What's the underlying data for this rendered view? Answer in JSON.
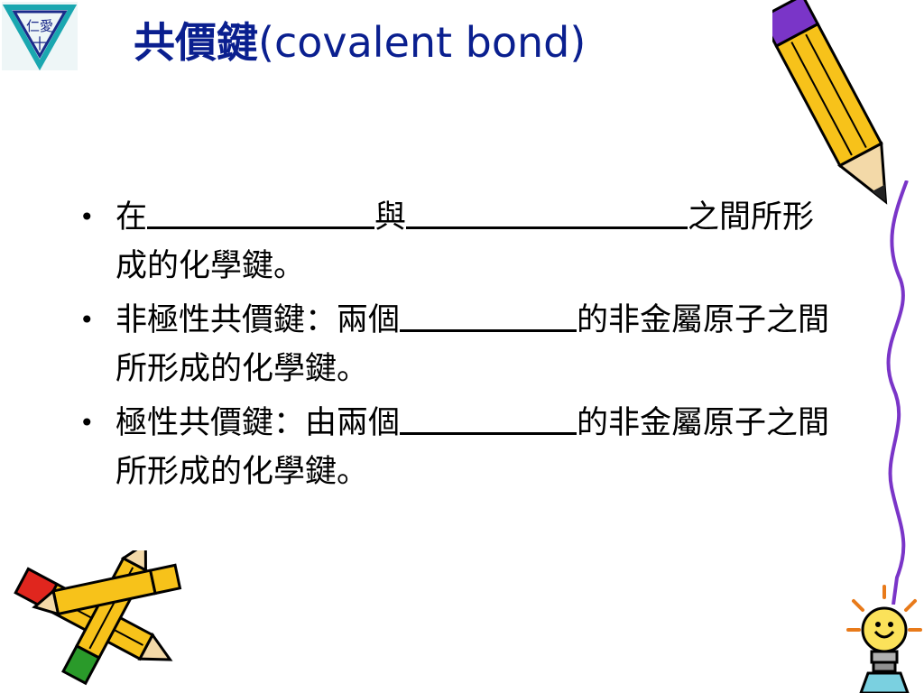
{
  "title": {
    "cjk": "共價鍵",
    "en": "(covalent bond)"
  },
  "logo": {
    "text_top": "仁愛",
    "text_bottom": "十",
    "colors": {
      "teal": "#1aa7b0",
      "navy": "#1a2a8a"
    }
  },
  "bullets": [
    {
      "parts": [
        "在",
        "與",
        "之間所形成的化學鍵。"
      ]
    },
    {
      "parts": [
        "非極性共價鍵：兩個",
        "的非金屬原子之間所形成的化學鍵。"
      ]
    },
    {
      "parts": [
        "極性共價鍵：由兩個",
        "的非金屬原子之間所形成的化學鍵。"
      ]
    }
  ],
  "bullet_symbol": "•",
  "colors": {
    "title": "#0a1f8f",
    "pencil_yellow": "#f7c21a",
    "pencil_purple": "#7a35c8",
    "pencil_red": "#e0261e",
    "pencil_green": "#2a9a2a"
  },
  "decorations": [
    "pencil-top-right",
    "purple-squiggle",
    "crossed-pencils-bottom-left",
    "lightbulb-bottom-right"
  ]
}
